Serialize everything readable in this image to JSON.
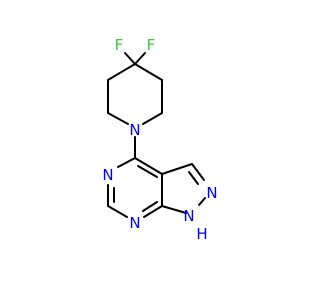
{
  "structure": {
    "atoms": [
      {
        "id": "F1",
        "symbol": "F",
        "color": "#33cc33"
      },
      {
        "id": "F2",
        "symbol": "F",
        "color": "#33cc33"
      },
      {
        "id": "N_pip",
        "symbol": "N",
        "color": "#0000ff"
      },
      {
        "id": "N3",
        "symbol": "N",
        "color": "#0000ff"
      },
      {
        "id": "N1",
        "symbol": "N",
        "color": "#0000ff"
      },
      {
        "id": "N_pyr",
        "symbol": "N",
        "color": "#0000ff"
      },
      {
        "id": "N_H",
        "symbol": "N",
        "color": "#0000ff"
      },
      {
        "id": "H",
        "symbol": "H",
        "color": "#0000ff"
      }
    ]
  }
}
